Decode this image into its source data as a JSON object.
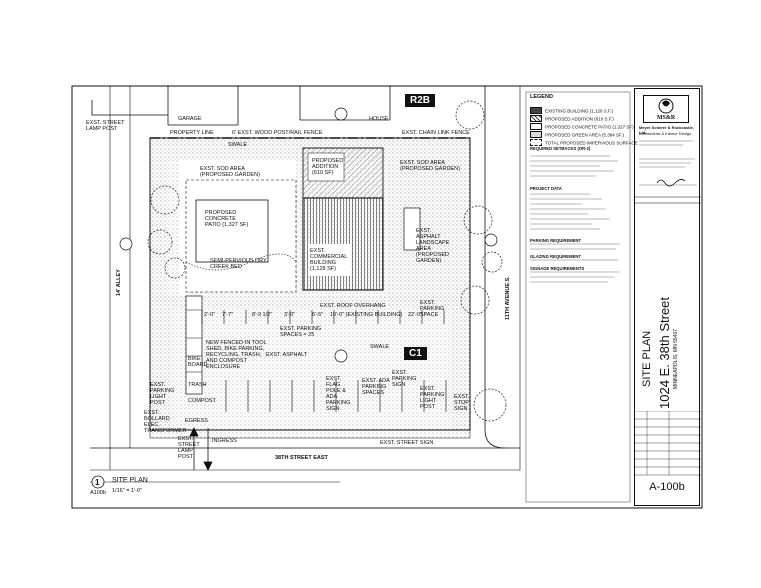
{
  "zones": {
    "r2b": "R2B",
    "c1": "C1"
  },
  "streets": {
    "north_property_line": "PROPERTY LINE",
    "fence_north": "6' EXST. WOOD POST/RAIL FENCE",
    "chain_fence": "EXST. CHAIN LINK FENCE",
    "south_street": "38TH STREET EAST",
    "east_avenue": "11TH AVENUE S.",
    "west_alley": "14' ALLEY"
  },
  "neighbors": {
    "garage": "GARAGE",
    "house": "HOUSE"
  },
  "labels": {
    "lamp_post_nw": "EXST. STREET LAMP POST",
    "sod_west": "EXST. SOD AREA (PROPOSED GARDEN)",
    "sod_east": "EXST. SOD AREA (PROPOSED GARDEN)",
    "proposed_addition": "PROPOSED ADDITION (610 SF)",
    "proposed_patio": "PROPOSED CONCRETE PATIO (1,327 SF)",
    "dry_creek": "SEMI-PERVIOUS DRY CREEK BED",
    "existing_building": "EXST. COMMERCIAL BUILDING (1,128 SF)",
    "roof_overhang": "EXST. ROOF OVERHANG",
    "parking_spaces": "EXST. PARKING SPACES = 25",
    "parking_space_e": "EXST. PARKING SPACE",
    "asphalt": "EXST. ASPHALT",
    "tool_shed": "NEW FENCED-IN TOOL SHED, BIKE PARKING, RECYCLING, TRASH, AND COMPOST ENCLOSURE",
    "compost": "COMPOST",
    "trash": "TRASH",
    "bike": "BIKE BOARD",
    "parking_light_w": "EXST. PARKING LIGHT POST",
    "bollard": "EXST. BOLLARD ELEC. TRANSFORMER",
    "street_lamp_s": "EXST. STREET LAMP POST",
    "flag_pole": "EXST. FLAG POLE & ADA PARKING SIGN",
    "ada_parking": "EXST. ADA PARKING SPACES",
    "parking_sign": "EXST. PARKING SIGN",
    "parking_light_e": "EXST. PARKING LIGHT POST",
    "stop_sign": "EXST. STOP SIGN",
    "street_sign": "EXST. STREET SIGN",
    "egress": "EGRESS",
    "ingress": "INGRESS",
    "swale_n": "SWALE",
    "swale_s": "SWALE",
    "asphalt_landscape": "EXST. ASPHALT LANDSCAPE AREA (PROPOSED GARDEN)",
    "dims_1": "2'-0\"",
    "dims_2": "7'-7\"",
    "dims_3": "8'-9 1/2\"",
    "dims_4": "3'-0\"",
    "dims_5": "6'-5\"",
    "dims_6": "22'-0\"",
    "dims_7": "10'-0\" (EXISTING BUILDING)"
  },
  "drawing_title": {
    "number": "1",
    "sheet_ref": "A100b",
    "title": "SITE PLAN",
    "scale": "1/16\" = 1'-0\""
  },
  "legend": {
    "title": "LEGEND",
    "items": [
      "EXISTING BUILDING (1,128 S.F.)",
      "PROPOSED ADDITION (610 S.F.)",
      "PROPOSED CONCRETE PATIO (1,327 SF)",
      "PROPOSED GREEN AREA (5,384 SF.)",
      "TOTAL PROPOSED IMPERVIOUS SURFACE"
    ]
  },
  "notes": {
    "required_setbacks": "REQUIRED SETBACKS (OR-2)",
    "project_data": "PROJECT DATA",
    "parking": "PARKING REQUIREMENT",
    "glazing": "GLAZING REQUIREMENT",
    "signage": "SIGNAGE REQUIREMENTS"
  },
  "firm": {
    "logo": "MS&R",
    "name": "Meyer Scherer & Rockcastle, Ltd.",
    "subtitle": "Architecture & Interior Design"
  },
  "title_block": {
    "sheet_title": "SITE PLAN",
    "project": "1024 E. 38th Street",
    "city": "MINNEAPOLIS, MN 55407",
    "sheet_number": "A-100b"
  },
  "colors": {
    "ink": "#111111",
    "hatch": "#555555",
    "paper": "#ffffff"
  }
}
